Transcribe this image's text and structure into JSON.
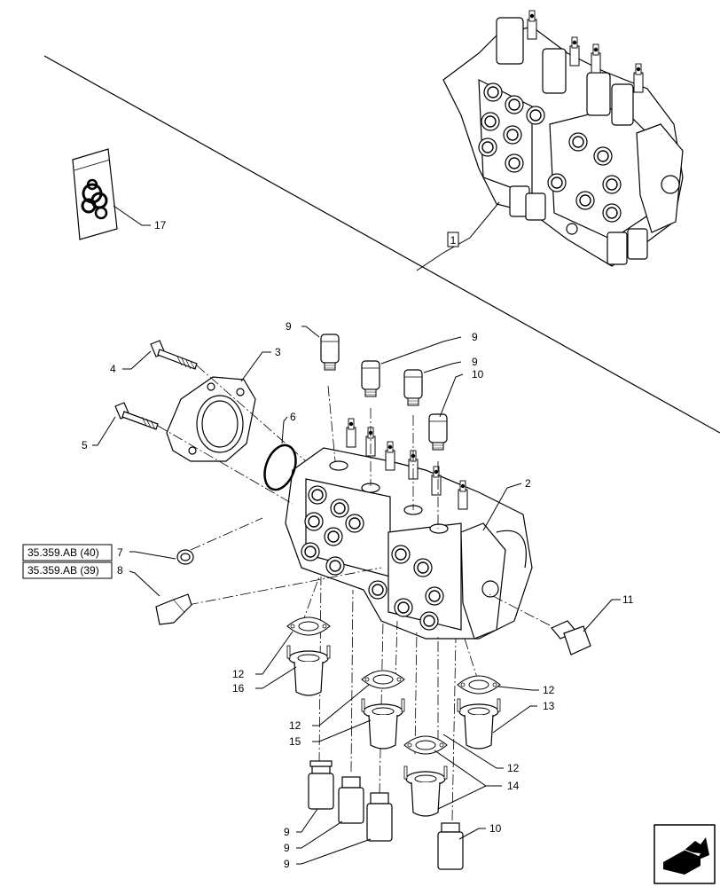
{
  "callouts": {
    "c1": "1",
    "c2": "2",
    "c3": "3",
    "c4": "4",
    "c5": "5",
    "c6": "6",
    "c7": "7",
    "c8": "8",
    "c9a": "9",
    "c9b": "9",
    "c9c": "9",
    "c9d": "9",
    "c9e": "9",
    "c9f": "9",
    "c10a": "10",
    "c10b": "10",
    "c11": "11",
    "c12a": "12",
    "c12b": "12",
    "c12c": "12",
    "c12d": "12",
    "c13": "13",
    "c14": "14",
    "c15": "15",
    "c16": "16",
    "c17": "17"
  },
  "references": {
    "ref_7": "35.359.AB (40)",
    "ref_8": "35.359.AB (39)"
  },
  "icons": {
    "next_page": "next-page-arrow-icon"
  }
}
